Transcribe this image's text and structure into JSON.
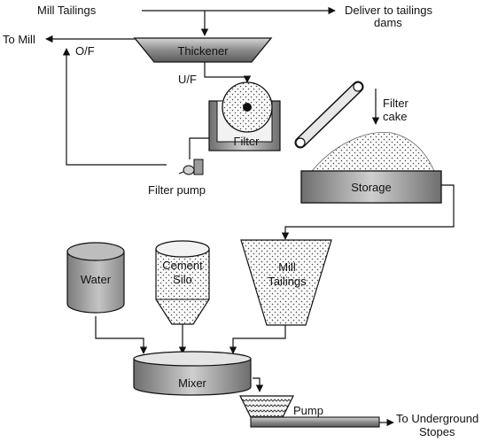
{
  "labels": {
    "mill_tailings_top": "Mill Tailings",
    "deliver_line1": "Deliver to tailings",
    "deliver_line2": "dams",
    "to_mill": "To Mill",
    "overflow": "O/F",
    "thickener": "Thickener",
    "underflow": "U/F",
    "filter": "Filter",
    "filter_pump": "Filter pump",
    "filter_cake_line1": "Filter",
    "filter_cake_line2": "cake",
    "storage": "Storage",
    "water": "Water",
    "cement_line1": "Cement",
    "cement_line2": "Silo",
    "tailings_line1": "Mill",
    "tailings_line2": "Tailings",
    "mixer": "Mixer",
    "pump": "Pump",
    "underground_line1": "To Underground",
    "underground_line2": "Stopes"
  },
  "colors": {
    "line": "#111111",
    "fill_light": "#f2f2f2",
    "fill_gray": "#bcbcbc",
    "fill_dark": "#8a8a8a",
    "dots": "#444444"
  }
}
